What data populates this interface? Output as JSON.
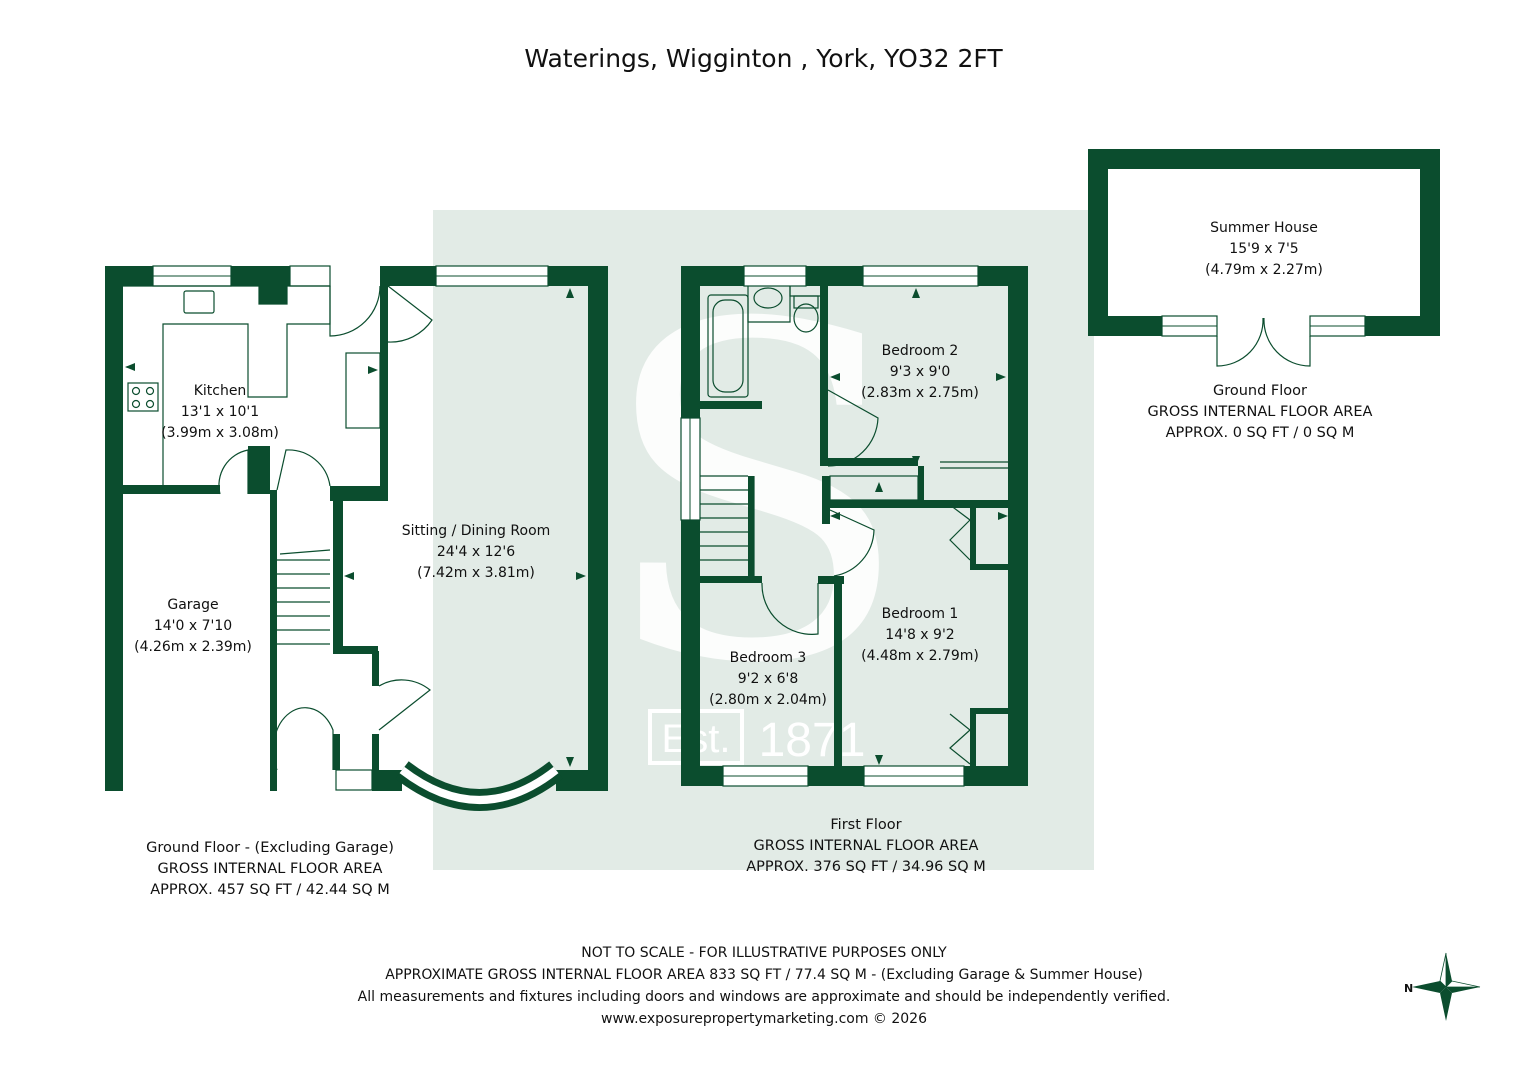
{
  "title": "Waterings, Wigginton , York, YO32 2FT",
  "colors": {
    "wall": "#0b4d2e",
    "wash": "#e2ebe6",
    "text": "#111111"
  },
  "watermark": {
    "letter": "S",
    "est": "Est.",
    "year": "1871"
  },
  "rooms": {
    "kitchen": {
      "name": "Kitchen",
      "imperial": "13'1 x 10'1",
      "metric": "(3.99m x 3.08m)"
    },
    "garage": {
      "name": "Garage",
      "imperial": "14'0 x 7'10",
      "metric": "(4.26m x 2.39m)"
    },
    "sitting": {
      "name": "Sitting / Dining Room",
      "imperial": "24'4 x 12'6",
      "metric": "(7.42m x 3.81m)"
    },
    "bedroom2": {
      "name": "Bedroom 2",
      "imperial": "9'3 x 9'0",
      "metric": "(2.83m x 2.75m)"
    },
    "bedroom1": {
      "name": "Bedroom 1",
      "imperial": "14'8 x 9'2",
      "metric": "(4.48m x 2.79m)"
    },
    "bedroom3": {
      "name": "Bedroom 3",
      "imperial": "9'2 x 6'8",
      "metric": "(2.80m x 2.04m)"
    },
    "summer_house": {
      "name": "Summer House",
      "imperial": "15'9 x 7'5",
      "metric": "(4.79m x 2.27m)"
    }
  },
  "floors": {
    "ground": {
      "label": "Ground Floor - (Excluding Garage)",
      "gia": "GROSS INTERNAL FLOOR AREA",
      "area": "APPROX. 457 SQ FT / 42.44 SQ M"
    },
    "first": {
      "label": "First Floor",
      "gia": "GROSS INTERNAL FLOOR AREA",
      "area": "APPROX. 376 SQ FT / 34.96 SQ M"
    },
    "summer": {
      "label": "Ground Floor",
      "gia": "GROSS INTERNAL FLOOR AREA",
      "area": "APPROX. 0 SQ FT / 0 SQ M"
    }
  },
  "footer": {
    "line1": "NOT TO SCALE - FOR ILLUSTRATIVE PURPOSES ONLY",
    "line2": "APPROXIMATE GROSS INTERNAL FLOOR AREA 833 SQ FT / 77.4 SQ M - (Excluding Garage & Summer House)",
    "line3": "All measurements and fixtures including doors and windows are approximate and should be independently verified.",
    "line4": "www.exposurepropertymarketing.com © 2026"
  },
  "compass": {
    "label": "N",
    "icon": "compass-rose-icon"
  }
}
